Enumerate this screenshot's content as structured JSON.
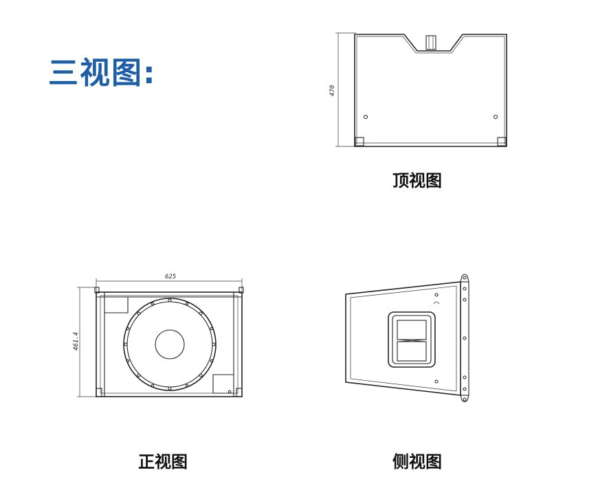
{
  "title": "三视图:",
  "views": {
    "top": {
      "caption": "顶视图",
      "dimension": "470"
    },
    "front": {
      "caption": "正视图",
      "width_dimension": "625",
      "height_dimension": "461.4"
    },
    "side": {
      "caption": "侧视图"
    }
  },
  "colors": {
    "title": "#1c5fa8",
    "line": "#222222"
  }
}
